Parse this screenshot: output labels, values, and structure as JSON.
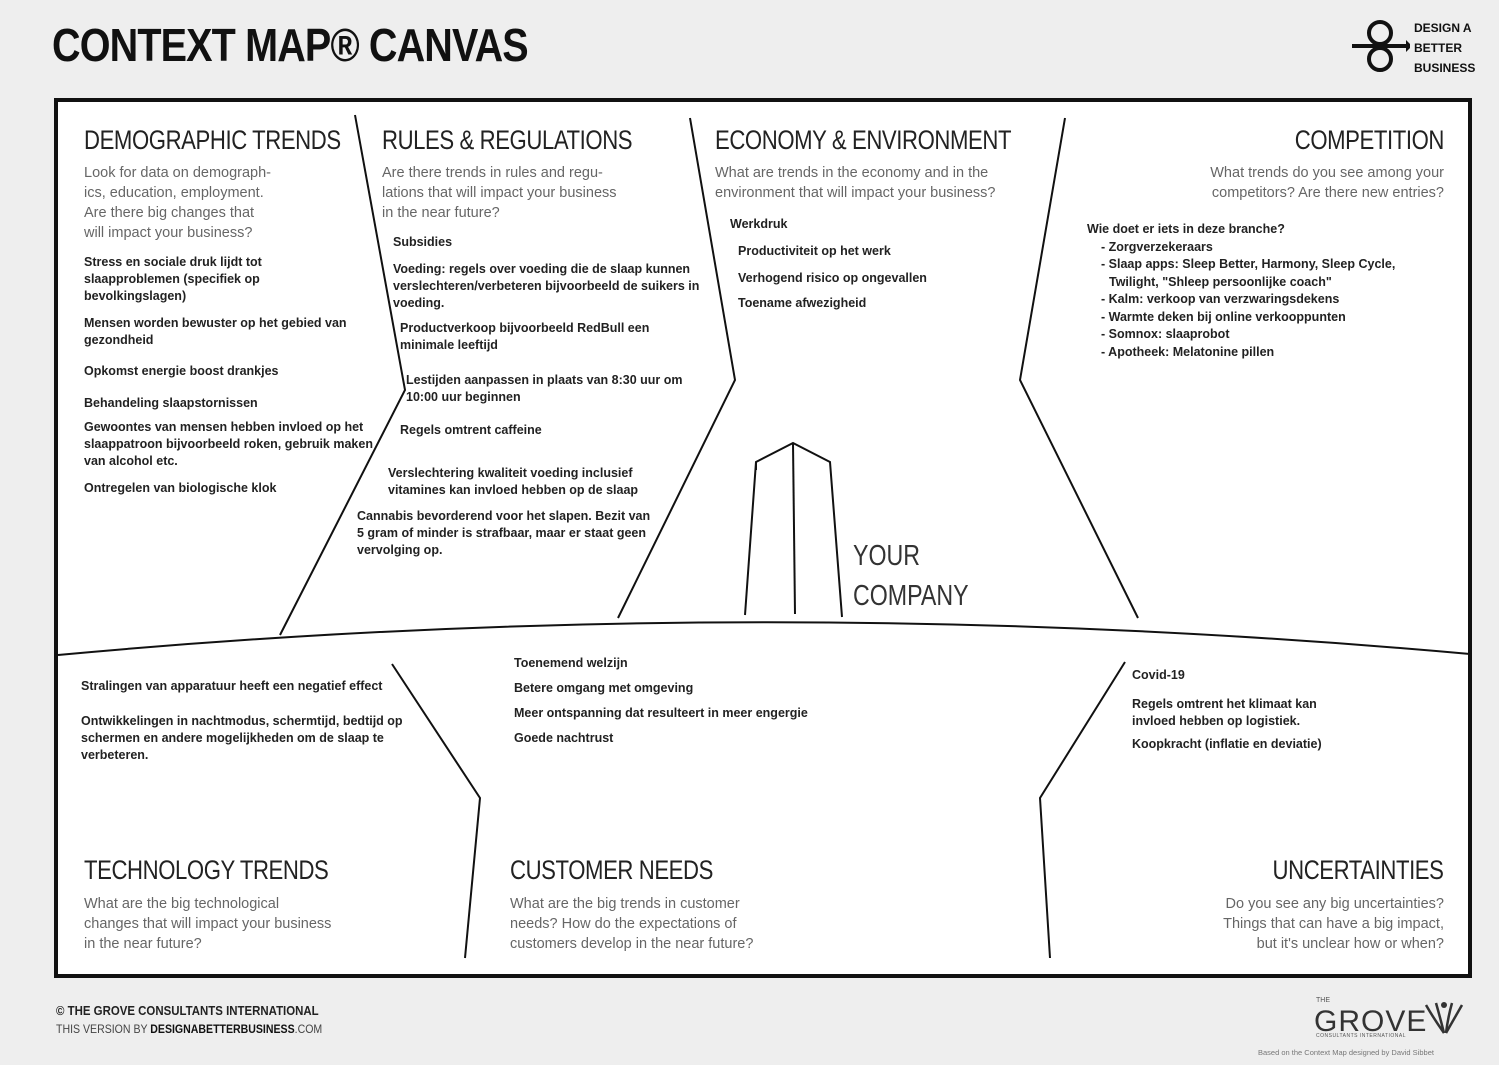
{
  "header": {
    "title": "CONTEXT MAP® CANVAS",
    "logo_lines": [
      "DESIGN A",
      "BETTER",
      "BUSINESS"
    ]
  },
  "sections": {
    "demographic": {
      "title": "DEMOGRAPHIC TRENDS",
      "question": [
        "Look for data on demograph-",
        "ics, education, employment.",
        "Are there big changes that",
        "will impact your business?"
      ],
      "notes": [
        "Stress en sociale druk lijdt tot slaapproblemen (specifiek op bevolkingslagen)",
        "Mensen worden bewuster op het gebied van gezondheid",
        "Opkomst energie boost drankjes",
        "Behandeling slaapstornissen",
        "Gewoontes van mensen hebben invloed op het slaappatroon bijvoorbeeld roken, gebruik maken van alcohol etc.",
        "Ontregelen van biologische klok"
      ]
    },
    "rules": {
      "title": "RULES & REGULATIONS",
      "question": [
        "Are there trends in rules and regu-",
        "lations that will impact your business",
        "in the near future?"
      ],
      "notes": [
        "Subsidies",
        "Voeding: regels over voeding die de slaap kunnen verslechteren/verbeteren bijvoorbeeld de suikers in voeding.",
        "Productverkoop bijvoorbeeld RedBull een minimale leeftijd",
        "Lestijden aanpassen in plaats van 8:30 uur om 10:00 uur beginnen",
        "Regels omtrent caffeine",
        "Verslechtering kwaliteit voeding inclusief vitamines kan invloed hebben op de slaap",
        "Cannabis bevorderend voor het slapen. Bezit van 5 gram of minder is strafbaar, maar er staat geen vervolging op."
      ]
    },
    "economy": {
      "title": "ECONOMY & ENVIRONMENT",
      "question": [
        "What are trends in the economy and in the",
        "environment that will impact your business?"
      ],
      "notes": [
        "Werkdruk",
        "Productiviteit op het werk",
        "Verhogend risico op ongevallen",
        "Toename afwezigheid"
      ]
    },
    "competition": {
      "title": "COMPETITION",
      "question": [
        "What trends do you see among your",
        "competitors? Are there new entries?"
      ],
      "notes": [
        "Wie doet er iets in deze branche?",
        "- Zorgverzekeraars",
        "- Slaap apps: Sleep Better, Harmony, Sleep Cycle,",
        "Twilight, \"Shleep persoonlijke coach\"",
        "- Kalm: verkoop van verzwaringsdekens",
        "- Warmte deken bij online verkooppunten",
        "- Somnox: slaaprobot",
        "- Apotheek: Melatonine pillen"
      ]
    },
    "company": {
      "lines": [
        "YOUR",
        "COMPANY"
      ]
    },
    "technology": {
      "title": "TECHNOLOGY TRENDS",
      "question": [
        "What are the big technological",
        "changes that will impact your business",
        "in the near future?"
      ],
      "notes": [
        "Stralingen van apparatuur heeft een negatief effect",
        "Ontwikkelingen in nachtmodus, schermtijd, bedtijd op schermen en andere mogelijkheden om de slaap te verbeteren."
      ]
    },
    "customer": {
      "title": "CUSTOMER NEEDS",
      "question": [
        "What are the big trends in customer",
        "needs? How do the expectations of",
        "customers develop in the near future?"
      ],
      "notes": [
        "Toenemend welzijn",
        "Betere omgang met omgeving",
        "Meer ontspanning dat resulteert in meer engergie",
        "Goede nachtrust"
      ]
    },
    "uncertainties": {
      "title": "UNCERTAINTIES",
      "question": [
        "Do you see any big uncertainties?",
        "Things that can have a big impact,",
        "but it's unclear how or when?"
      ],
      "notes": [
        "Covid-19",
        "Regels omtrent het klimaat kan invloed hebben op logistiek.",
        "Koopkracht (inflatie en deviatie)"
      ]
    }
  },
  "footer": {
    "copyright": "© THE GROVE CONSULTANTS INTERNATIONAL",
    "version_prefix": "THIS VERSION BY ",
    "version_brand": "DESIGNABETTERBUSINESS",
    "version_suffix": ".COM",
    "grove_the": "THE",
    "grove_name": "GROVE",
    "grove_intl": "CONSULTANTS INTERNATIONAL",
    "credit": "Based on the Context Map designed by David Sibbet"
  }
}
